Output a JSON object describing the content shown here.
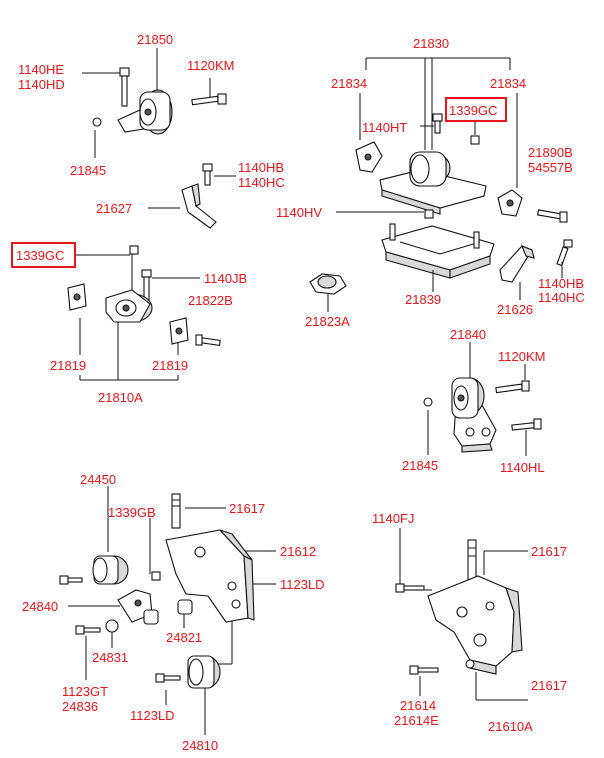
{
  "labels": {
    "p21850": "21850",
    "p1140HE": "1140HE",
    "p1140HD": "1140HD",
    "p1120KM_a": "1120KM",
    "p21845_a": "21845",
    "p1140HB_a": "1140HB",
    "p1140HC_a": "1140HC",
    "p21627": "21627",
    "p1339GC_a": "1339GC",
    "p1140JB": "1140JB",
    "p21822B": "21822B",
    "p21819_a": "21819",
    "p21819_b": "21819",
    "p21810A": "21810A",
    "p21830": "21830",
    "p21834_a": "21834",
    "p21834_b": "21834",
    "p1140HT": "1140HT",
    "p1339GC_b": "1339GC",
    "p21890B": "21890B",
    "p54557B": "54557B",
    "p1140HV": "1140HV",
    "p21839": "21839",
    "p21823A": "21823A",
    "p1140HB_b": "1140HB",
    "p1140HC_b": "1140HC",
    "p21626": "21626",
    "p21840": "21840",
    "p1120KM_b": "1120KM",
    "p21845_b": "21845",
    "p1140HL": "1140HL",
    "p24450": "24450",
    "p1339GB": "1339GB",
    "p21617_a": "21617",
    "p21612": "21612",
    "p1123LD_a": "1123LD",
    "p24840": "24840",
    "p24821": "24821",
    "p24831": "24831",
    "p1123GT": "1123GT",
    "p24836": "24836",
    "p1123LD_b": "1123LD",
    "p24810": "24810",
    "p1140FJ": "1140FJ",
    "p21617_b": "21617",
    "p21617_c": "21617",
    "p21614": "21614",
    "p21614E": "21614E",
    "p21610A": "21610A"
  },
  "colors": {
    "label": "#e8151b",
    "line": "#111111",
    "highlight_box": "#e8151b"
  }
}
